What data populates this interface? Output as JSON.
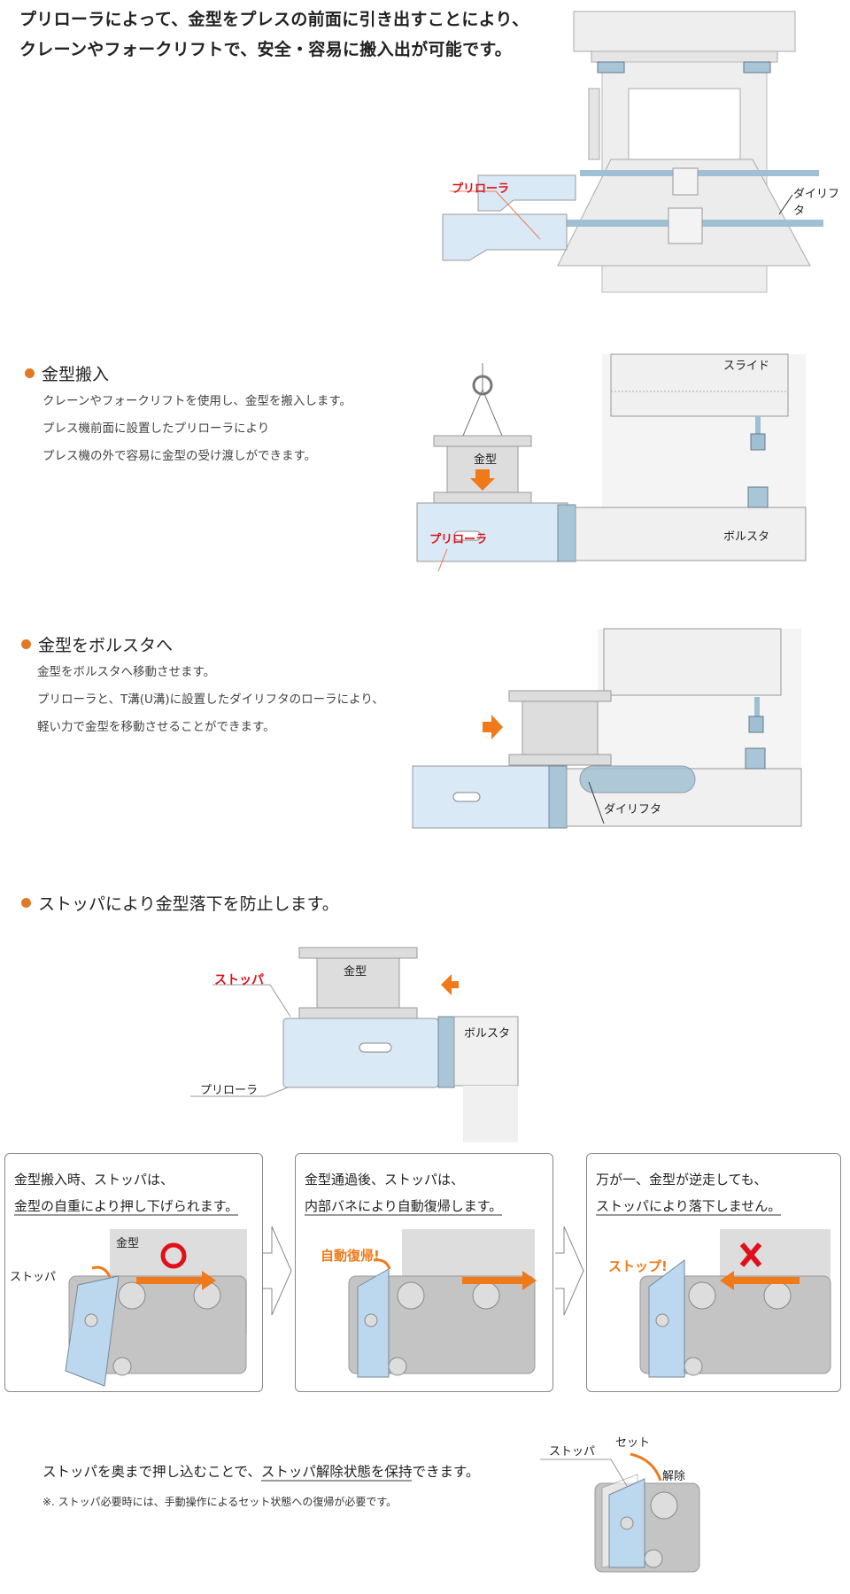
{
  "intro": {
    "line1": "プリローラによって、金型をプレスの前面に引き出すことにより、",
    "line2": "クレーンやフォークリフトで、安全・容易に搬入出が可能です。"
  },
  "fig1": {
    "label_preroller": "プリローラ",
    "label_dielifter": "ダイリフタ"
  },
  "section1": {
    "title": "金型搬入",
    "lines": [
      "クレーンやフォークリフトを使用し、金型を搬入します。",
      "プレス機前面に設置したプリローラにより",
      "プレス機の外で容易に金型の受け渡しができます。"
    ],
    "fig": {
      "slide": "スライド",
      "die": "金型",
      "bolster": "ボルスタ",
      "preroller": "プリローラ"
    }
  },
  "section2": {
    "title": "金型をボルスタへ",
    "lines": [
      "金型をボルスタへ移動させます。",
      "プリローラと、T溝(U溝)に設置したダイリフタのローラにより、",
      "軽い力で金型を移動させることができます。"
    ],
    "fig": {
      "dielifter": "ダイリフタ"
    }
  },
  "section3": {
    "title": "ストッパにより金型落下を防止します。",
    "fig": {
      "stopper": "ストッパ",
      "die": "金型",
      "bolster": "ボルスタ",
      "preroller": "プリローラ"
    }
  },
  "panels": [
    {
      "line1": "金型搬入時、ストッパは、",
      "line2": "金型の自重により押し下げられます。",
      "die": "金型",
      "stopper": "ストッパ",
      "mark": "○"
    },
    {
      "line1": "金型通過後、ストッパは、",
      "line2": "内部バネにより自動復帰します。",
      "callout": "自動復帰!"
    },
    {
      "line1": "万が一、金型が逆走しても、",
      "line2": "ストッパにより落下しません。",
      "callout": "ストップ!",
      "mark": "×"
    }
  ],
  "bottom": {
    "text": "ストッパを奥まで押し込むことで、",
    "text_ul": "ストッパ解除状態を保持",
    "text_end": "できます。",
    "note": "※. ストッパ必要時には、手動操作によるセット状態への復帰が必要です。",
    "fig": {
      "stopper": "ストッパ",
      "set": "セット",
      "release": "解除"
    }
  },
  "colors": {
    "accent": "#e07a24",
    "arrow": "#f07a1a",
    "red": "#e0101a",
    "steel": "#d9e9f5"
  }
}
